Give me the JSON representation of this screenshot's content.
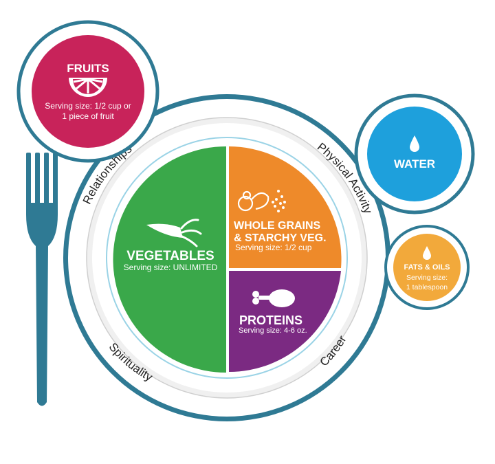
{
  "colors": {
    "plate_rim": "#2f7a94",
    "fork": "#2f7a94",
    "vegetables": "#3aa84a",
    "grains": "#ee8a2a",
    "proteins": "#7b2a82",
    "fruits": "#c8235a",
    "water": "#1ea0dc",
    "fats": "#f2a93b"
  },
  "fruits": {
    "title": "FRUITS",
    "line1": "Serving size: 1/2 cup or",
    "line2": "1 piece of fruit",
    "icon": "orange-slice-icon"
  },
  "water": {
    "title": "WATER",
    "icon": "water-drop-icon"
  },
  "fats": {
    "title": "FATS & OILS",
    "line1": "Serving size:",
    "line2": "1 tablespoon",
    "icon": "oil-drop-icon"
  },
  "vegetables": {
    "title": "VEGETABLES",
    "serving": "Serving size: UNLIMITED",
    "icon": "carrot-icon"
  },
  "grains": {
    "title1": "WHOLE GRAINS",
    "title2": "& STARCHY VEG.",
    "serving": "Serving size: 1/2 cup",
    "icon": "grains-icon"
  },
  "proteins": {
    "title": "PROTEINS",
    "serving": "Serving size: 4-6 oz.",
    "icon": "drumstick-icon"
  },
  "rim_labels": {
    "relationships": "Relationships",
    "physical_activity": "Physical Activity",
    "spirituality": "Spirituality",
    "career": "Career"
  },
  "fork": {
    "icon": "fork-icon"
  }
}
